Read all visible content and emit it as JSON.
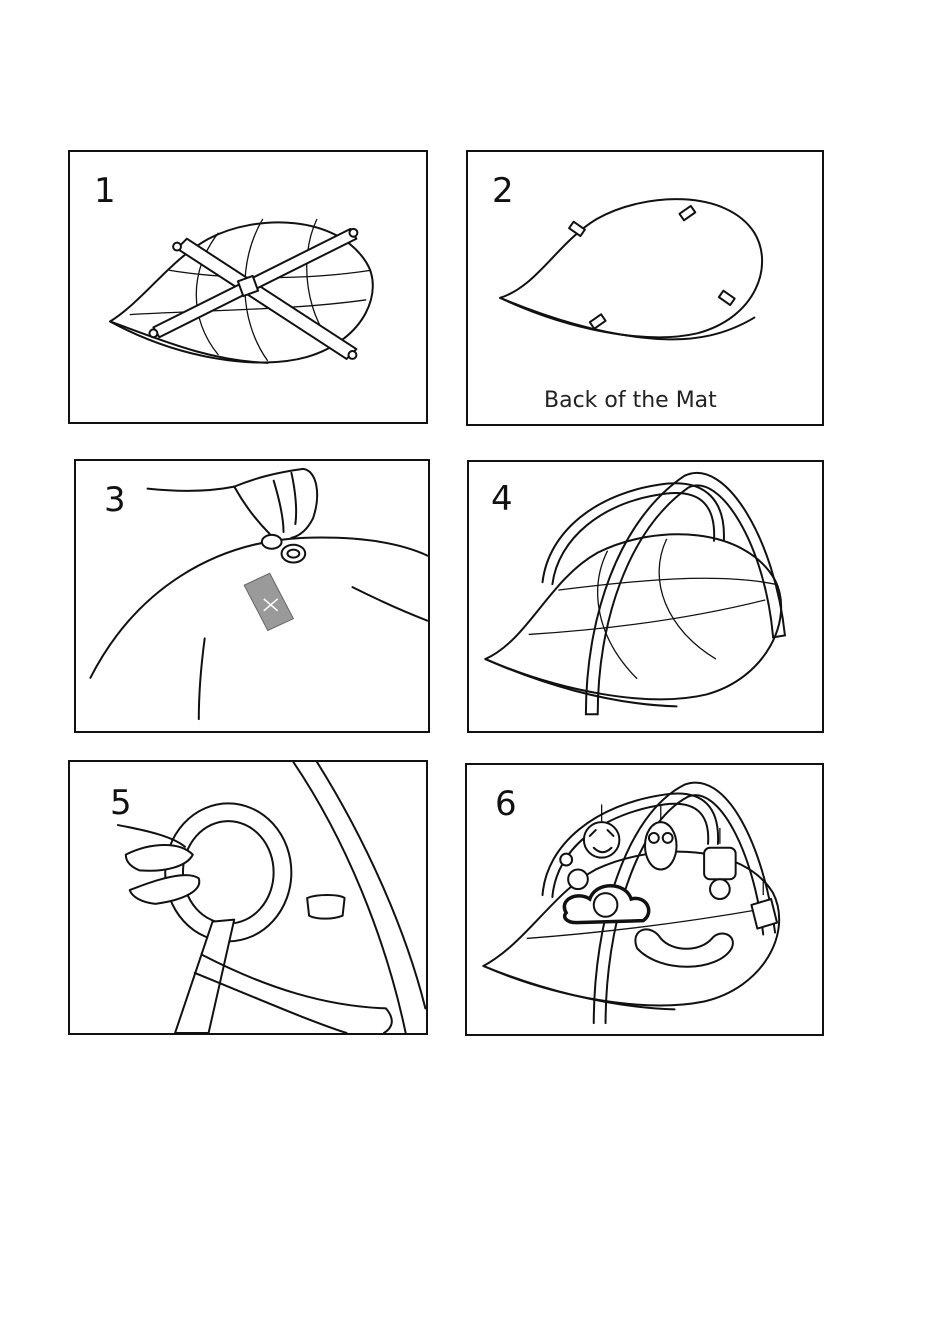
{
  "steps": [
    {
      "number": "1",
      "illustration": "mat-with-crossed-arches-icon"
    },
    {
      "number": "2",
      "illustration": "mat-back-clips-icon",
      "caption": "Back of the Mat"
    },
    {
      "number": "3",
      "illustration": "hand-attaching-clip-icon"
    },
    {
      "number": "4",
      "illustration": "mat-with-raised-arches-icon"
    },
    {
      "number": "5",
      "illustration": "hand-inserting-arch-icon"
    },
    {
      "number": "6",
      "illustration": "gym-with-hanging-toys-icon"
    }
  ],
  "colors": {
    "line": "#111111",
    "background": "#ffffff",
    "gray": "#9a9a9a"
  }
}
